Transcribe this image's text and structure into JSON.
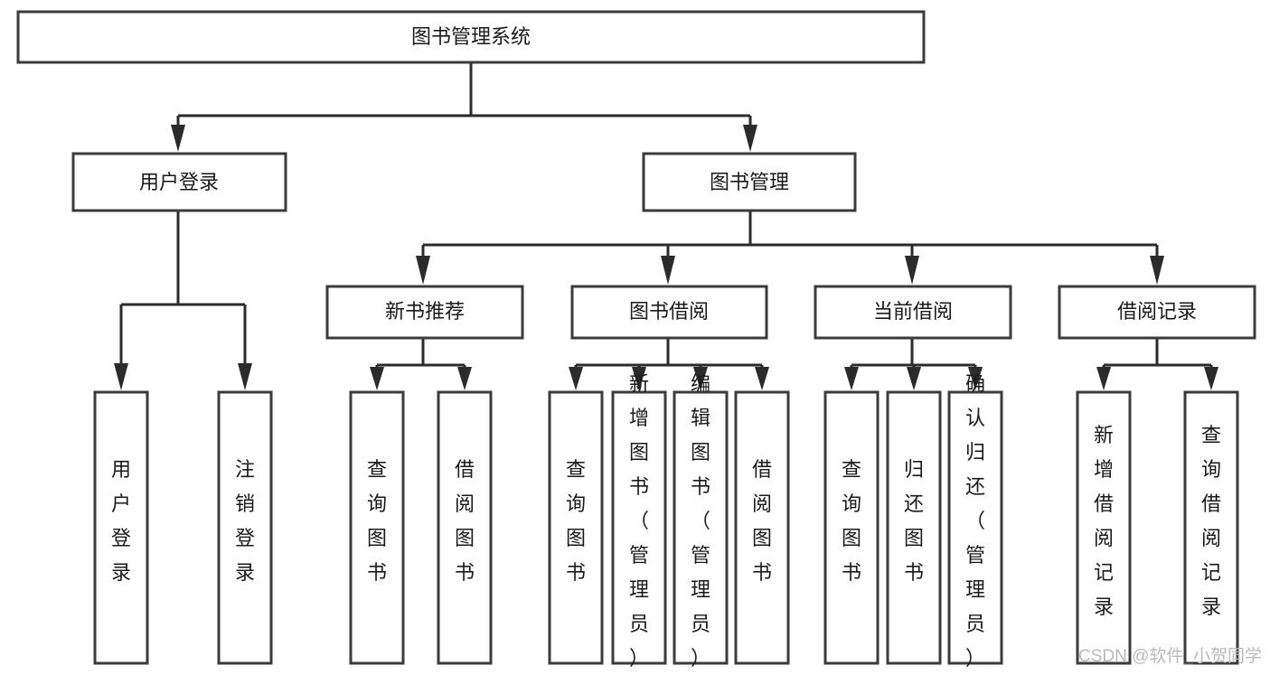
{
  "diagram": {
    "title": "图书管理系统",
    "type": "hierarchy-tree",
    "root": {
      "id": "root",
      "label": "图书管理系统"
    },
    "level1": [
      {
        "id": "user-login",
        "label": "用户登录"
      },
      {
        "id": "book-manage",
        "label": "图书管理"
      }
    ],
    "level2": [
      {
        "id": "new-book-rec",
        "label": "新书推荐",
        "parent": "book-manage"
      },
      {
        "id": "book-borrow",
        "label": "图书借阅",
        "parent": "book-manage"
      },
      {
        "id": "current-borrow",
        "label": "当前借阅",
        "parent": "book-manage"
      },
      {
        "id": "borrow-record",
        "label": "借阅记录",
        "parent": "book-manage"
      }
    ],
    "leaves": {
      "user-login": [
        {
          "id": "leaf-user-login",
          "label": "用户登录"
        },
        {
          "id": "leaf-logout",
          "label": "注销登录"
        }
      ],
      "new-book-rec": [
        {
          "id": "leaf-query-book-1",
          "label": "查询图书"
        },
        {
          "id": "leaf-borrow-book-1",
          "label": "借阅图书"
        }
      ],
      "book-borrow": [
        {
          "id": "leaf-query-book-2",
          "label": "查询图书"
        },
        {
          "id": "leaf-add-book",
          "label": "新增图书（管理员）"
        },
        {
          "id": "leaf-edit-book",
          "label": "编辑图书（管理员）"
        },
        {
          "id": "leaf-borrow-book-2",
          "label": "借阅图书"
        }
      ],
      "current-borrow": [
        {
          "id": "leaf-query-book-3",
          "label": "查询图书"
        },
        {
          "id": "leaf-return-book",
          "label": "归还图书"
        },
        {
          "id": "leaf-confirm-return",
          "label": "确认归还（管理员）"
        }
      ],
      "borrow-record": [
        {
          "id": "leaf-add-record",
          "label": "新增借阅记录"
        },
        {
          "id": "leaf-query-record",
          "label": "查询借阅记录"
        }
      ]
    }
  },
  "watermark": {
    "text": "CSDN @软件_小贺同学"
  },
  "colors": {
    "box_stroke": "#3b3b3b",
    "connector": "#2b2b2b",
    "text": "#1a1a1a",
    "background": "#ffffff",
    "watermark": "#b9b9b9"
  }
}
